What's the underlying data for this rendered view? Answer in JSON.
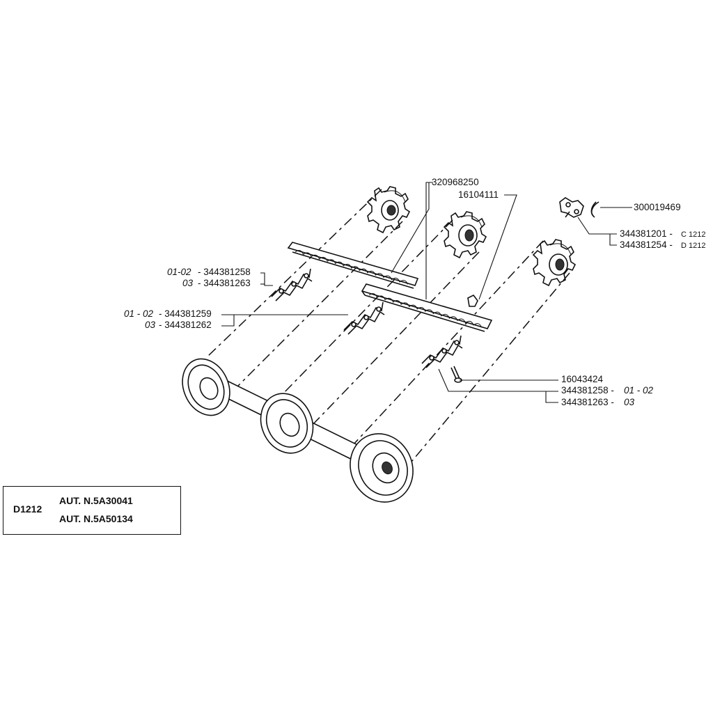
{
  "labels": {
    "guide_rail": "320968250",
    "wedge": "16104111",
    "clip": "300019469",
    "link_c": "344381201 -",
    "link_c_code": "C 1212",
    "link_d": "344381254 -",
    "link_d_code": "D 1212",
    "left_chain_01_prefix": "01-02",
    "left_chain_01_part": "- 344381258",
    "left_chain_03_prefix": "03",
    "left_chain_03_part": "- 344381263",
    "mid_chain_01_prefix": "01 - 02",
    "mid_chain_01_part": "- 344381259",
    "mid_chain_03_prefix": "03",
    "mid_chain_03_part": "- 344381262",
    "bolt": "16043424",
    "right_chain_01_part": "344381258 -",
    "right_chain_01_suffix": "01 - 02",
    "right_chain_03_part": "344381263 -",
    "right_chain_03_suffix": "03"
  },
  "info_box": {
    "code": "D1212",
    "aut_1": "AUT. N.5A30041",
    "aut_2": "AUT. N.5A50134"
  }
}
